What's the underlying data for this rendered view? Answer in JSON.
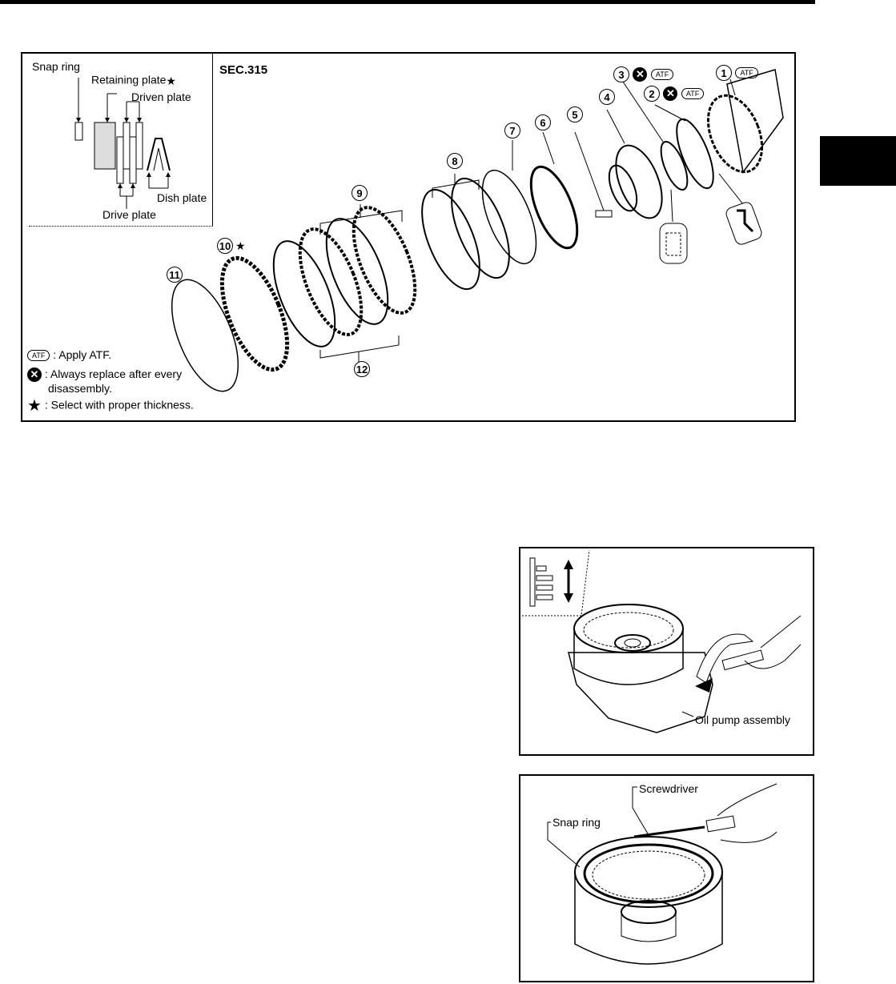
{
  "figure": {
    "section": "SEC.315",
    "inset_labels": {
      "snap_ring": "Snap ring",
      "retaining_plate": "Retaining plate",
      "driven_plate": "Driven plate",
      "dish_plate": "Dish plate",
      "drive_plate": "Drive plate"
    },
    "callouts": [
      "1",
      "2",
      "3",
      "4",
      "5",
      "6",
      "7",
      "8",
      "9",
      "10",
      "11",
      "12"
    ],
    "atf_badge": "ATF",
    "legend": {
      "atf": "ATF",
      "atf_text": ": Apply ATF.",
      "replace_text_1": ": Always replace after every",
      "replace_text_2": "disassembly.",
      "star_text": ": Select with proper thickness."
    }
  },
  "photo1": {
    "label": "Oil pump assembly"
  },
  "photo2": {
    "screwdriver": "Screwdriver",
    "snap_ring": "Snap ring"
  }
}
